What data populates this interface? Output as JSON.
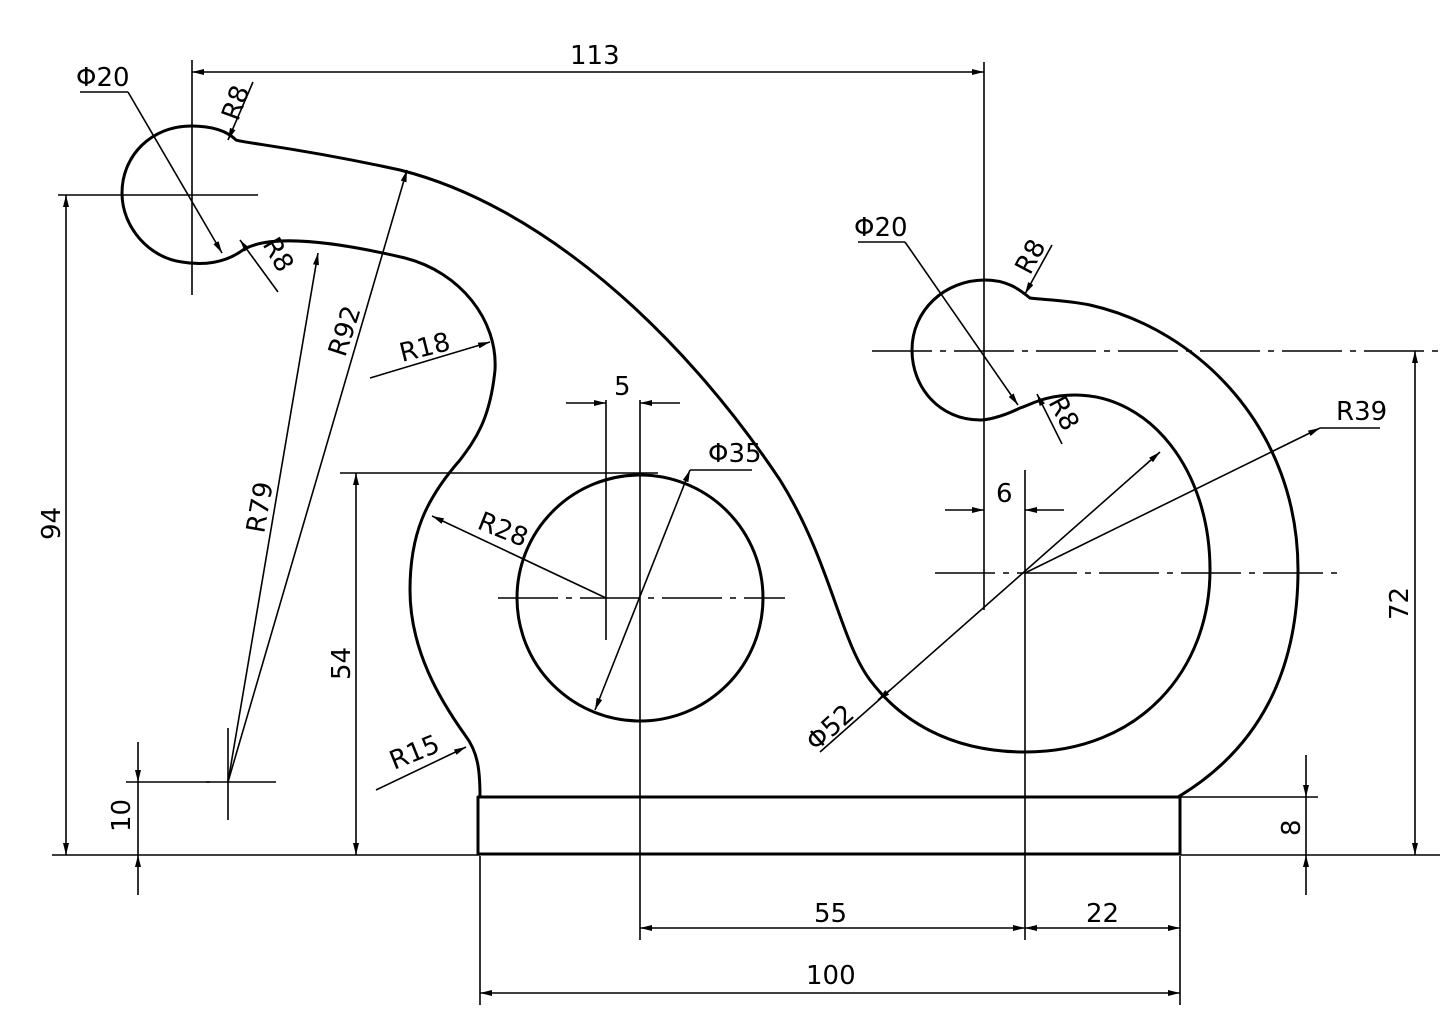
{
  "colors": {
    "ink": "#000000",
    "paper": "#ffffff"
  },
  "dimensions": {
    "d113": "113",
    "phi20_left": "Φ20",
    "phi20_right": "Φ20",
    "r8_a": "R8",
    "r8_b": "R8",
    "r8_c": "R8",
    "r8_d": "R8",
    "r92": "R92",
    "r18": "R18",
    "r79": "R79",
    "r28": "R28",
    "r15": "R15",
    "d5": "5",
    "phi35": "Φ35",
    "d6": "6",
    "r39": "R39",
    "phi52": "Φ52",
    "d94": "94",
    "d54": "54",
    "d10": "10",
    "d72": "72",
    "d8": "8",
    "d55": "55",
    "d22": "22",
    "d100": "100"
  }
}
